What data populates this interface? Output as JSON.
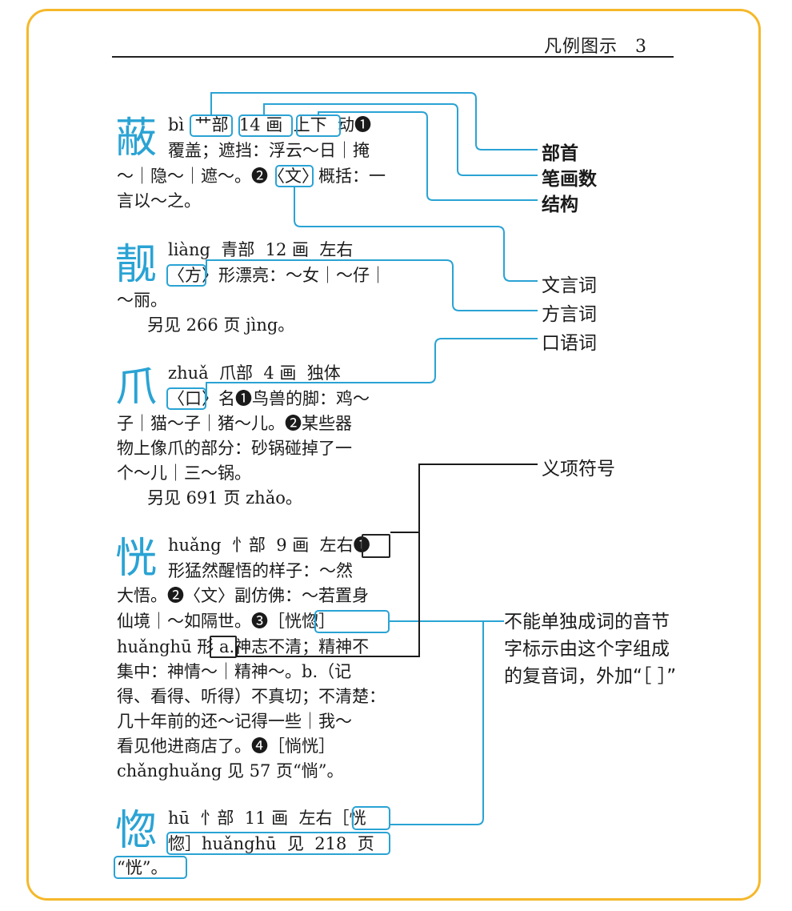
{
  "header": {
    "title": "凡例图示",
    "page": "3"
  },
  "entries": {
    "bi": {
      "char": "蔽",
      "lines": [
        "bì  艹部  14 画  上下  动❶",
        "覆盖；遮挡：浮云～日｜掩",
        "～｜隐～｜遮～。❷〈文〉概括：一",
        "言以～之。"
      ]
    },
    "liang": {
      "char": "靓",
      "lines": [
        "liàng  青部  12 画  左右",
        "〈方〉形漂亮：～女｜～仔｜",
        "～丽。",
        "另见 266 页 jìng。"
      ]
    },
    "zhua": {
      "char": "爪",
      "lines": [
        "zhuǎ  爪部  4 画  独体",
        "〈口〉名❶鸟兽的脚：鸡～",
        "子｜猫～子｜猪～儿。❷某些器",
        "物上像爪的部分：砂锅碰掉了一",
        "个～儿｜三～锅。",
        "另见 691 页 zhǎo。"
      ]
    },
    "huang": {
      "char": "恍",
      "lines": [
        "huǎng  忄部  9 画  左右❶",
        "形猛然醒悟的样子：～然",
        "大悟。❷〈文〉副仿佛：～若置身",
        "仙境｜～如隔世。❸［恍惚］",
        "huǎnghū 形 a.神志不清；精神不",
        "集中：神情～｜精神～。b.（记",
        "得、看得、听得）不真切；不清楚：",
        "几十年前的还～记得一些｜我～",
        "看见他进商店了。❹［惝恍］",
        "chǎnghuǎng 见 57 页“惝”。"
      ]
    },
    "hu": {
      "char": "惚",
      "lines": [
        "hū  忄部  11 画  左右［恍",
        "惚］huǎnghū  见  218  页",
        "“恍”。"
      ]
    }
  },
  "labels": {
    "radical": "部首",
    "stroke_count": "笔画数",
    "structure": "结构",
    "classical": "文言词",
    "dialect": "方言词",
    "colloquial": "口语词",
    "sense_number": "义项符号",
    "bound_syllable": "不能单独成词的音节字标示由这个字组成的复音词，外加“［ ］”"
  },
  "colors": {
    "accent": "#2aa3d4",
    "frame": "#f5b82a",
    "text": "#1a1a1a"
  }
}
